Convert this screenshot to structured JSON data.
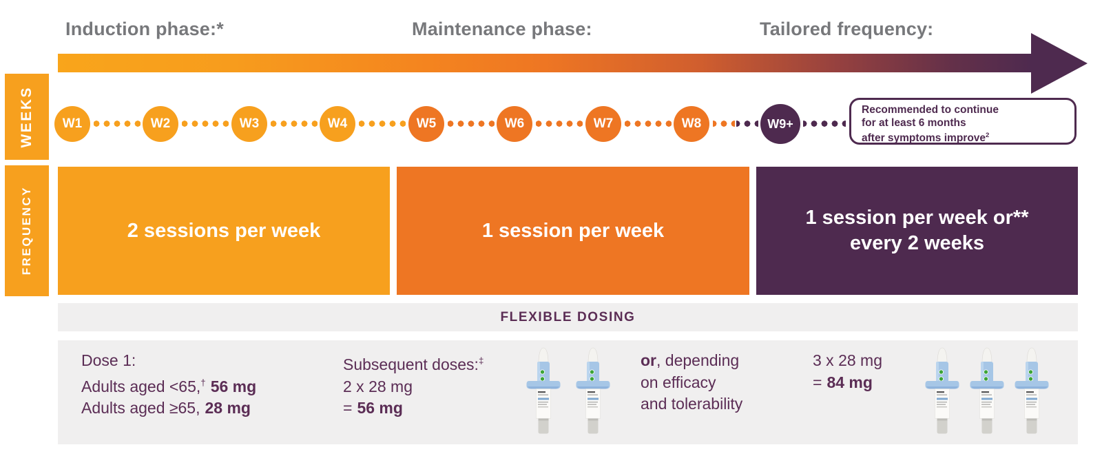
{
  "header": {
    "phases": [
      {
        "label": "Induction phase:*"
      },
      {
        "label": "Maintenance phase:"
      },
      {
        "label": "Tailored frequency:"
      }
    ]
  },
  "timeline": {
    "axis_label": "WEEKS",
    "weeks": [
      {
        "label": "W1",
        "phase": "induction"
      },
      {
        "label": "W2",
        "phase": "induction"
      },
      {
        "label": "W3",
        "phase": "induction"
      },
      {
        "label": "W4",
        "phase": "induction"
      },
      {
        "label": "W5",
        "phase": "maintenance"
      },
      {
        "label": "W6",
        "phase": "maintenance"
      },
      {
        "label": "W7",
        "phase": "maintenance"
      },
      {
        "label": "W8",
        "phase": "maintenance"
      },
      {
        "label": "W9+",
        "phase": "tailored"
      }
    ],
    "note": {
      "line1": "Recommended to continue",
      "line2": "for at least 6 months",
      "line3": "after symptoms improve",
      "ref": "2"
    }
  },
  "frequency": {
    "axis_label": "FREQUENCY",
    "blocks": [
      {
        "label": "2 sessions per week",
        "phase": "induction"
      },
      {
        "label": "1 session per week",
        "phase": "maintenance"
      },
      {
        "label_line1": "1 session per week or**",
        "label_line2": "every 2 weeks",
        "phase": "tailored"
      }
    ]
  },
  "dosing": {
    "section_header": "FLEXIBLE DOSING",
    "dose1": {
      "title": "Dose 1:",
      "line1_text": "Adults aged <65,",
      "line1_ref": "†",
      "line1_dose": "56 mg",
      "line2_text": "Adults aged ≥65,",
      "line2_dose": "28 mg"
    },
    "subsequent": {
      "title": "Subsequent doses:",
      "title_ref": "‡",
      "calc": "2 x 28 mg",
      "equals": "=",
      "total": "56 mg"
    },
    "alternative_note": {
      "bold": "or",
      "text": ", depending",
      "line2": "on efficacy",
      "line3": "and tolerability"
    },
    "alternative": {
      "calc": "3 x 28 mg",
      "equals": "=",
      "total": "84 mg"
    }
  },
  "icons": {
    "nasal_spray": "nasal-spray-device",
    "timeline_arrow": "right-arrow"
  },
  "colors": {
    "induction_orange": "#F7A01E",
    "maintenance_orange": "#EE7623",
    "tailored_purple": "#4E2A4F",
    "heading_gray": "#77787B",
    "panel_gray": "#F0EFEF",
    "text_purple": "#5B2D55",
    "device_blue": "#A6C6E6",
    "device_green": "#3BA437"
  }
}
